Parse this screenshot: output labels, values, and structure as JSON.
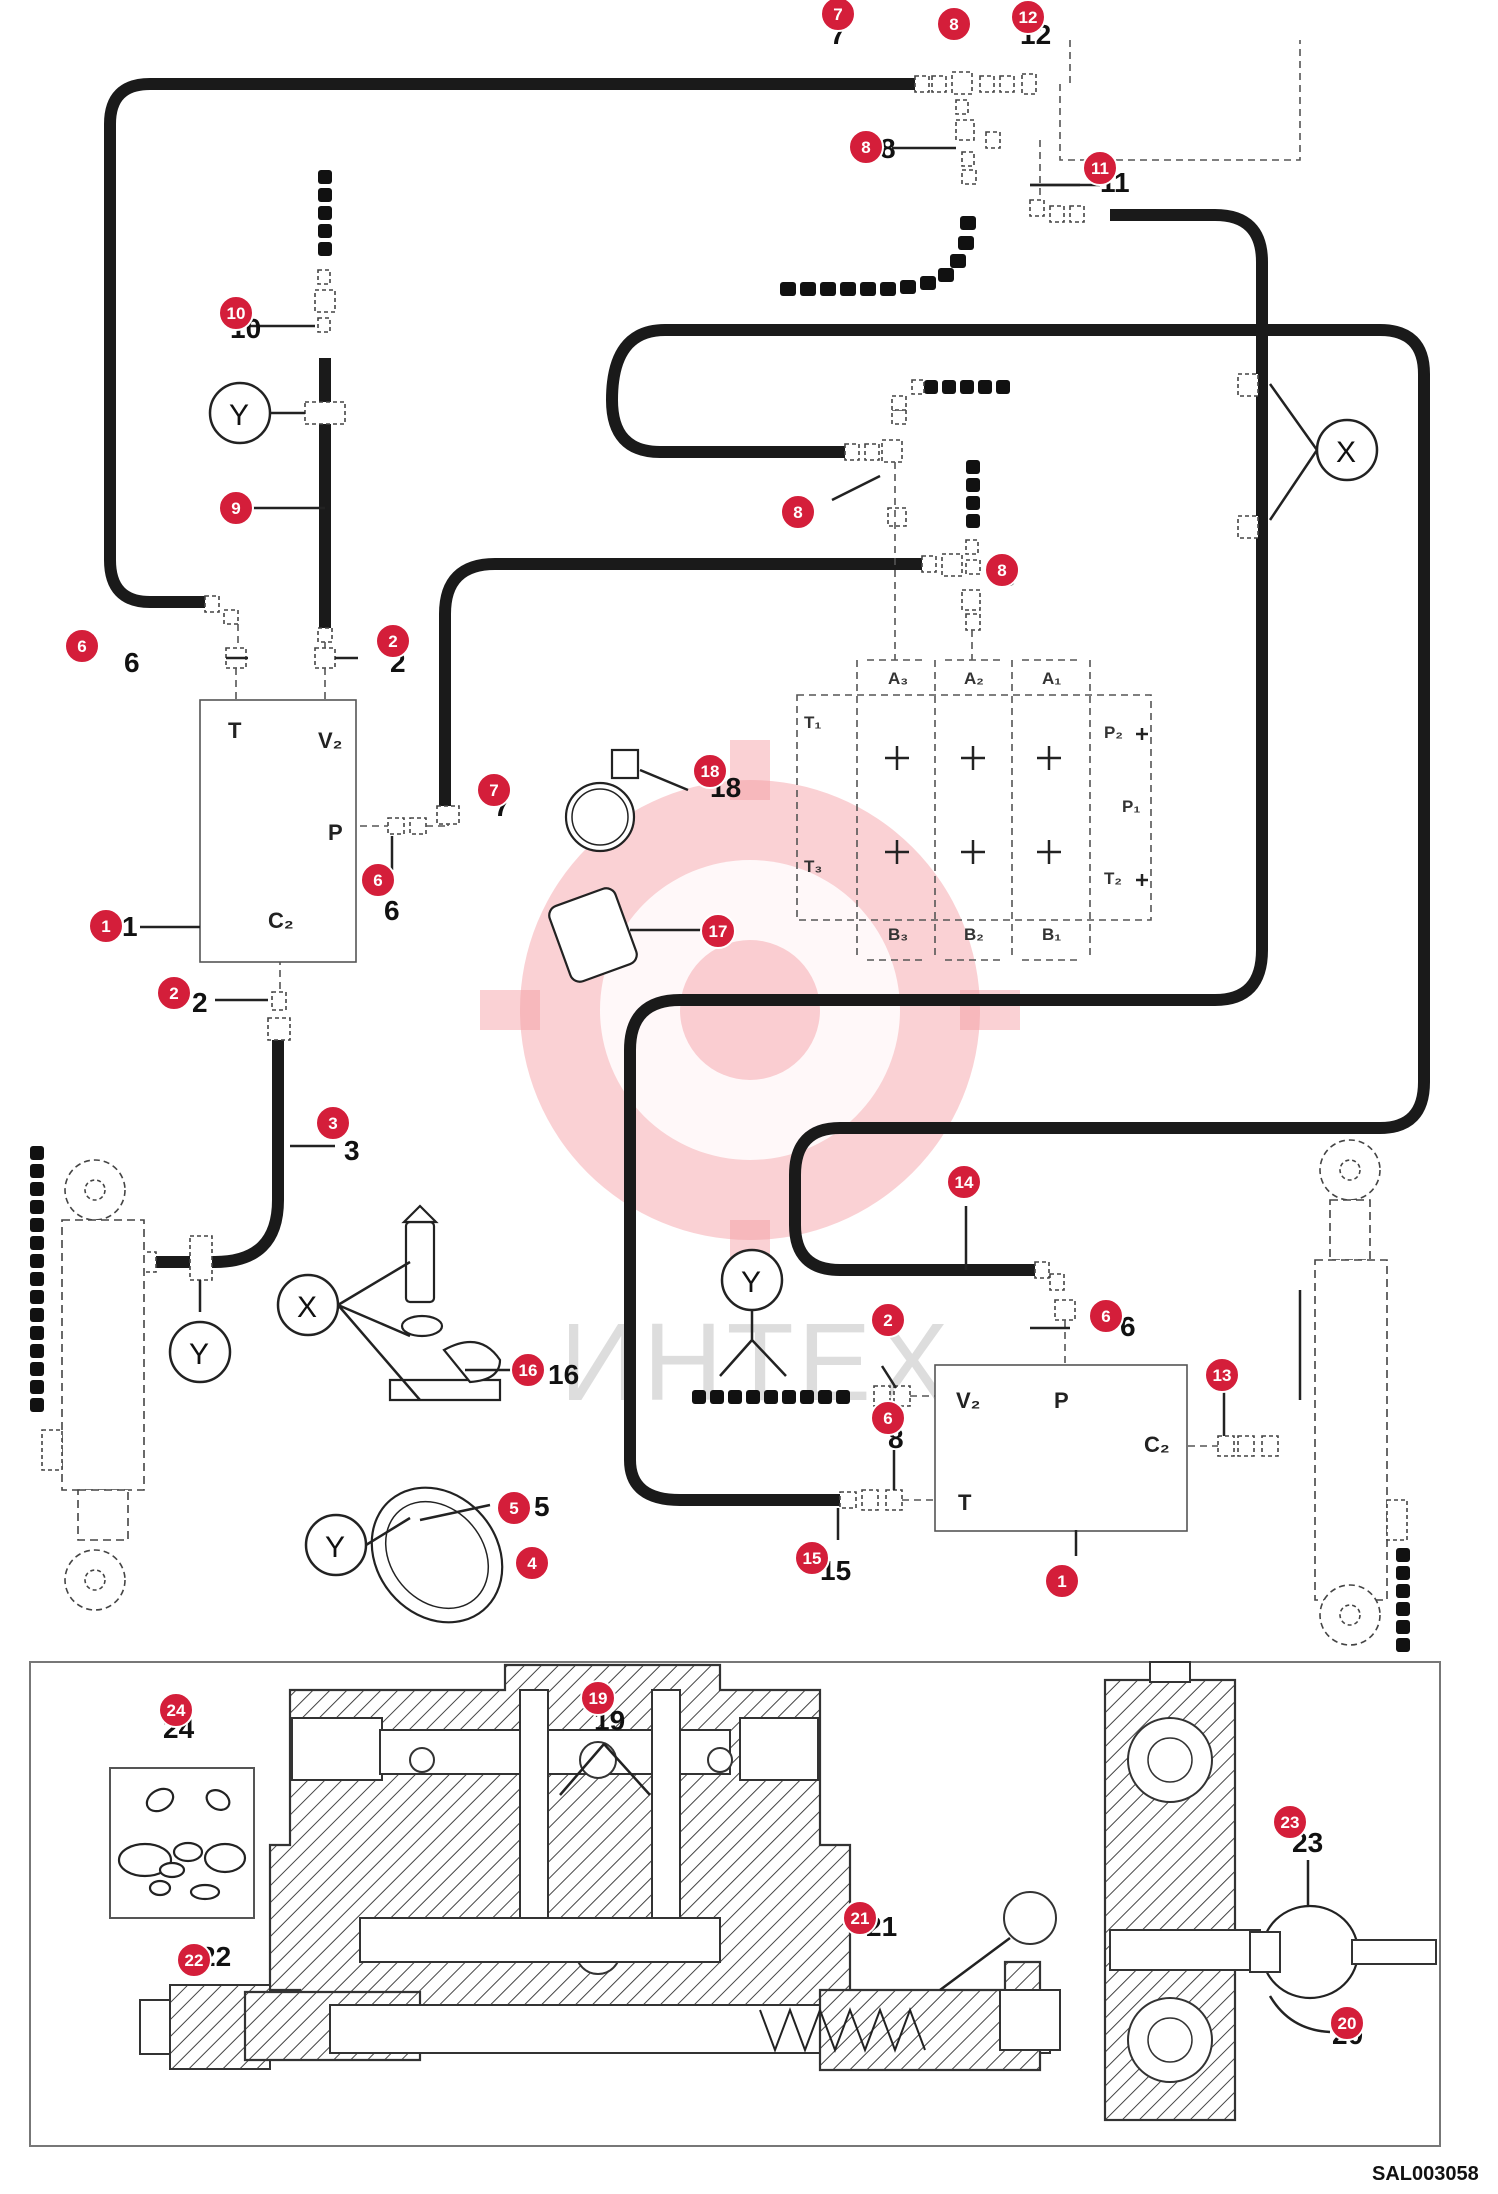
{
  "drawing": {
    "reference": "SAL003058",
    "watermark": "ИНТЕХ"
  },
  "callouts": [
    {
      "num": "7"
    },
    {
      "num": "8"
    },
    {
      "num": "12"
    },
    {
      "num": "8"
    },
    {
      "num": "11"
    },
    {
      "num": "10"
    },
    {
      "num": "9"
    },
    {
      "num": "8"
    },
    {
      "num": "8"
    },
    {
      "num": "6"
    },
    {
      "num": "2"
    },
    {
      "num": "7"
    },
    {
      "num": "18"
    },
    {
      "num": "6"
    },
    {
      "num": "1"
    },
    {
      "num": "17"
    },
    {
      "num": "2"
    },
    {
      "num": "3"
    },
    {
      "num": "14"
    },
    {
      "num": "6"
    },
    {
      "num": "2"
    },
    {
      "num": "6"
    },
    {
      "num": "16"
    },
    {
      "num": "13"
    },
    {
      "num": "5"
    },
    {
      "num": "4"
    },
    {
      "num": "15"
    },
    {
      "num": "1"
    },
    {
      "num": "24"
    },
    {
      "num": "19"
    },
    {
      "num": "23"
    },
    {
      "num": "21"
    },
    {
      "num": "22"
    },
    {
      "num": "20"
    }
  ],
  "plain_labels": {
    "l7": "7",
    "l8a": "8",
    "l12": "12",
    "l8b": "8",
    "l11": "11",
    "l10": "10",
    "l6a": "6",
    "l2a": "2",
    "l6b": "6",
    "l7b": "7",
    "l18": "18",
    "l1a": "1",
    "l2b": "2",
    "l3": "3",
    "l16": "16",
    "l5": "5",
    "l15": "15",
    "l6c": "6",
    "l8c": "8",
    "l23": "23",
    "l19": "19",
    "l21": "21",
    "l22": "22",
    "l20": "20",
    "l24": "24"
  },
  "valve_upper": {
    "port_t": "T",
    "port_v2": "V₂",
    "port_p": "P",
    "port_c2": "C₂"
  },
  "valve_lower": {
    "port_v2": "V₂",
    "port_p": "P",
    "port_c2": "C₂",
    "port_t": "T"
  },
  "control_valve": {
    "top_ports": [
      "A₃",
      "A₂",
      "A₁"
    ],
    "bottom_ports": [
      "B₃",
      "B₂",
      "B₁"
    ],
    "left_ports": [
      "T₁",
      "T₃"
    ],
    "right_ports": [
      "P₂",
      "P₁",
      "T₂"
    ]
  },
  "detail_views": [
    "X",
    "Y",
    "Y",
    "Y",
    "Y",
    "X"
  ],
  "section_label": "P1"
}
